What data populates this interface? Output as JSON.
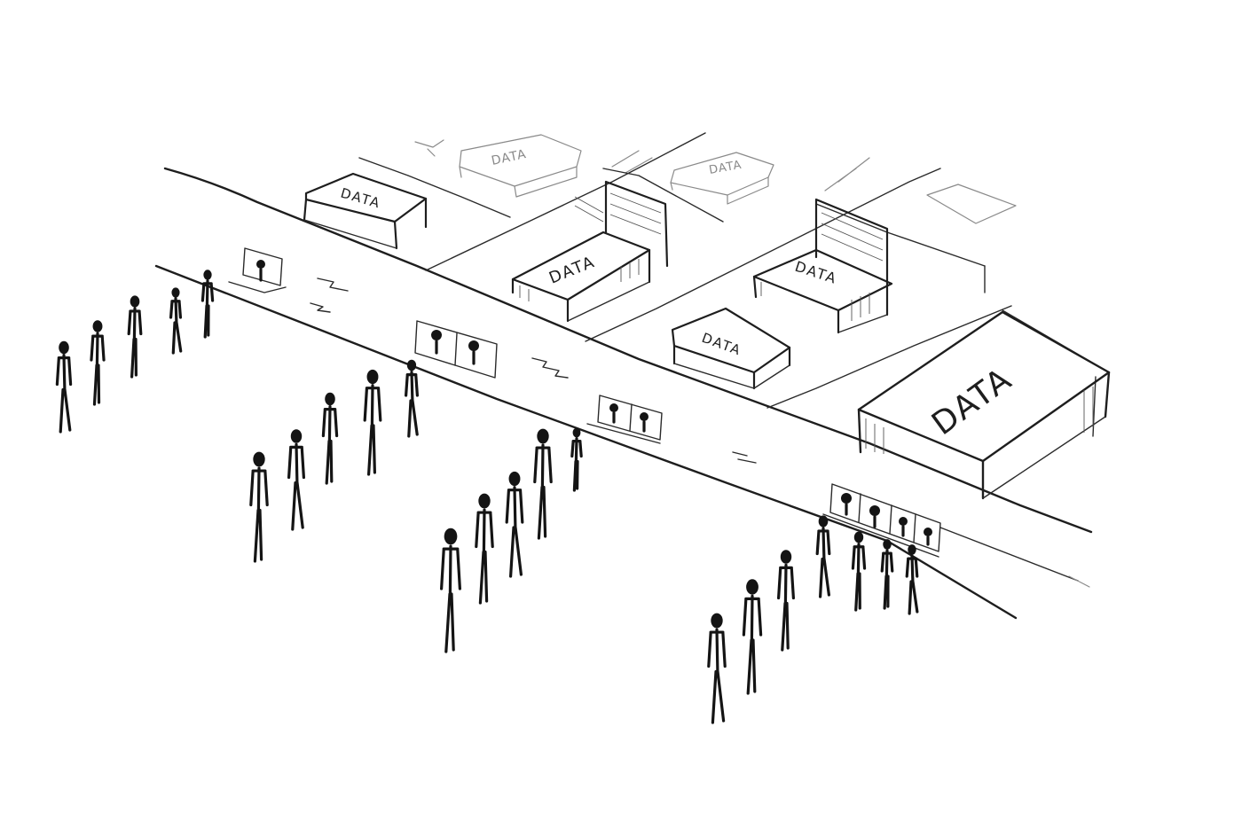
{
  "labels": {
    "box_1": "DATA",
    "box_2": "DATA",
    "box_3": "DATA",
    "box_4": "DATA",
    "box_5": "DATA",
    "box_6": "DATA",
    "box_7": "DATA"
  },
  "colors": {
    "ink": "#1e1e1e",
    "faint_ink": "#8a8a8a",
    "paper": "#ffffff"
  }
}
